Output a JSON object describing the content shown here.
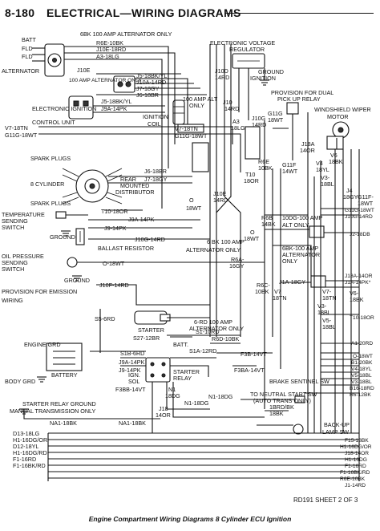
{
  "header": {
    "page_number": "8-180",
    "title": "ELECTRICAL—WIRING DIAGRAMS"
  },
  "footer": {
    "sheet_id": "RD191 SHEET 2 OF 3",
    "caption": "Engine Compartment Wiring Diagrams 8 Cylinder ECU Ignition"
  },
  "labels": {
    "batt": "BATT",
    "fld_upper": "FLD",
    "fld_lower": "FLD",
    "alternator": "ALTERNATOR",
    "w_6bk_100amp": "6BK 100 AMP ALTERNATOR ONLY",
    "w_r6e_10bk": "R6E-10BK",
    "w_j10e_18rd": "J10E-18RD",
    "w_a3_18lg": "A3-18LG",
    "w_j10e_12": "J10E",
    "w_100amp_alt_only": "100 AMP ALTERNATOR ONLY",
    "w_j5_18bkyl_top": "J5-18BK/YL",
    "w_j10a_14rd": "J10A-14RD",
    "w_j7_18gy_top": "J7-18GY",
    "w_j6_18br_top": "J6-18BR",
    "electronic_ignition": "ELECTRONIC IGNITION",
    "control_unit": "CONTROL UNIT",
    "w_j5_18bkyl_mid": "J5-18BK/YL",
    "w_j9a_14pk_top": "J9A-14PK",
    "w_100amp_alt": "100 AMP ALT",
    "only": "ONLY",
    "ignition": "IGNITION",
    "coil": "COIL",
    "w_v7_18tn_left": "V7-18TN",
    "w_g11g_18wt_left": "G11G-18WT",
    "w_v7_18tn_mid": "V7-18TN",
    "w_g11g_18wt_mid": "G11G-18WT",
    "spark_plugs_top": "SPARK PLUGS",
    "eight_cylinder": "8 CYLINDER",
    "rear": "REAR",
    "mounted": "MOUNTED",
    "distributor": "DISTRIBUTOR",
    "spark_plugs_bottom": "SPARK PLUGS",
    "w_j6_18br": "J6-18BR",
    "w_j7_18gy": "J7-18GY",
    "w_t10_18or": "T10-18OR",
    "temperature": "TEMPERATURE",
    "sending": "SENDING",
    "switch_1": "SWITCH",
    "ground_1": "GROUND",
    "w_j9a_14pk_mid": "J9A-14PK",
    "w_j9_14pk": "J9-14PK",
    "w_j10g_14rd": "J10G-14RD",
    "ballast_resistor": "BALLAST RESISTOR",
    "oil_pressure": "OIL PRESSURE",
    "sending_2": "SENDING",
    "switch_2": "SWITCH",
    "w_o_18wt_left": "O-18WT",
    "ground_2": "GROUND",
    "provision_for_emission": "PROVISION FOR EMISSION",
    "wiring": "WIRING",
    "w_j10f_14rd": "J10F-14RD",
    "w_s5_6rd": "S5-6RD",
    "starter": "STARTER",
    "w_s27_12br": "S27-12BR",
    "w_6rd_100amp": "6-RD 100 AMP",
    "alt_only_2": "ALTERNATOR ONLY",
    "w_s1b_6rd": "S1B-6RD",
    "engine_grd": "ENGINE GRD",
    "battery": "BATTERY",
    "body_grd": "BODY GRD",
    "starter_relay_ground": "STARTER RELAY GROUND",
    "manual_trans_only": "MANUAL TRANSMISSION ONLY",
    "w_na1_18bk_left": "NA1-18BK",
    "w_na1_18bk_right": "NA1-18BK",
    "w_d13_18lg": "D13-18LG",
    "w_h1_16dg_or": "H1-16DG/OR",
    "w_d12_18yl": "D12-18YL",
    "w_h1_16dg_rd": "H1-16DG/RD",
    "w_f1_16rd": "F1-16RD",
    "w_f1_16bk_rd": "F1-16BK/RD",
    "w_s1_10rd": "S1-10RD",
    "w_s1a_12rd": "S1A-12RD",
    "w_j9a_14pk_bot": "J9A-14PK",
    "w_j9_14pk_bot": "J9-14PK",
    "batt_2": "BATT.",
    "ign": "IGN.",
    "sol": "SOL",
    "starter_relay": "STARTER",
    "relay": "RELAY",
    "w_f3bb_14vt": "F3BB-14VT",
    "w_f3b_14vt": "F3B-14VT",
    "w_f3ba_14vt": "F3BA-14VT",
    "w_r6d_10bk": "R6D-10BK",
    "w_n1": "N1",
    "w_18dg": "18DG",
    "w_j18": "J18",
    "w_14or": "14OR",
    "w_n1_18dg_bot": "N1-18DG",
    "w_n1_18dg_mid": "N1-18DG",
    "to_neutral_start_sw": "TO NEUTRAL START SW",
    "auto_trans_only": "(AUTO TRANS ONLY)",
    "w_1brd_bk": "1BRD/BK",
    "w_18bk": "18BK",
    "brake_sentinel": "BRAKE SENTINEL SW",
    "back_up": "BACK-UP",
    "lamp_sw": "LAMP SW",
    "electronic_voltage": "ELECTRONIC VOLTAGE",
    "regulator": "REGULATOR",
    "ground_3": "GROUND",
    "ignition_2": "IGNITION",
    "w_j10d": "J10D",
    "w_14rd_a": "14RD",
    "w_j10": "J10",
    "w_14rd_b": "14RD",
    "w_a3": "A3",
    "w_18lg": "18LG",
    "provision_dual": "PROVISION FOR DUAL",
    "pick_up_relay": "PICK UP RELAY",
    "w_g11g": "G11G",
    "w_18wt_a": "18WT",
    "w_j10g_14rd_r": "J10G",
    "w_14rd_c": "14RD",
    "w_g11f": "G11F",
    "w_14wt": "14WT",
    "w_r6e": "R6E",
    "w_10bk": "10BK",
    "w_t10": "T10",
    "w_18or": "18OR",
    "w_j10e_right": "J10E",
    "w_14rd_d": "14RD",
    "w_o_18wt_mid": "O",
    "w_18wt_b": "18WT",
    "w_r6b": "R6B",
    "w_14bk": "14BK",
    "w_10dg_100amp": "10DG-100 AMP",
    "alt_only_3": "ALT ONLY",
    "w_o_18wt_r": "O",
    "w_18wt_c": "18WT",
    "w_6bk_100amp_2": "6 BK 100 AMP",
    "alt_only_4": "ALTERNATOR ONLY",
    "w_r6a": "R6A-",
    "w_16gy": "16GY",
    "w_6bk_100amp_3": "6BK-100 AMP",
    "alternator_only_3": "ALTERNATOR",
    "only_3": "ONLY",
    "w_r6c": "R6C-",
    "w_10bk_b": "10BK",
    "w_v7": "V7",
    "w_18tn": "18TN",
    "w_j1a_18gy": "J1A-18GY",
    "windshield_wiper": "WINDSHIELD WIPER",
    "motor": "MOTOR",
    "w_j18a": "J18A",
    "w_14or_b": "14OR",
    "w_v6_18bk": "V6",
    "w_18bk_b": "18BK",
    "w_v4_18yl": "V4",
    "w_18yl": "18YL",
    "w_v3_18bl": "V3-",
    "w_18bl": "18BL",
    "w_j4": "J4",
    "w_18gy_b": "18GY",
    "w_g11f_r": "G11F-",
    "w_18wt_d": "18WT",
    "w_g11g_18wt_r": "G11G-18WT",
    "w_j10g_14rd_rr": "J10G-14RD",
    "w_j2_18db": "J2-18DB",
    "w_j18a_14or": "J18A-14OR",
    "w_j1a_14pk": "J1A-14PK*",
    "w_v6": "V6-",
    "w_18bk_c": "18BK",
    "w_v7_18tn_r": "V7-",
    "w_18tn_b": "18TN",
    "w_v3_18bl_r": "V3-",
    "w_18bl_b": "18BL",
    "w_v5": "V5-",
    "w_18bl_c": "18BL",
    "w_t10_18or_r": "T10-18OR",
    "w_a1_20rd": "A1-20RD",
    "w_o_18wt_rr": "O-18WT",
    "w_b1_20bk": "B1-20BK",
    "w_v4_18yl_r": "V4-18YL",
    "w_v5_18bl_r": "V5-18BL",
    "w_v3_18bl_rr": "V3-18BL",
    "w_b16_18rd": "B16-18RD",
    "w_r6_12bk": "R6-12BK",
    "w_f15_18bk": "F15-18BK",
    "w_h1_16dg_or_r": "H1-16DG/OR",
    "w_j18_14or": "J18-14OR",
    "w_h1_16dg": "H1-16DG",
    "w_f1_16rd_r": "F1-16RD",
    "w_f1_16bk_rd_r": "F1-16BK/RD",
    "w_r6e_10bk_r": "R6E-10BK",
    "w_j1_14rd": "J1-14RD"
  }
}
